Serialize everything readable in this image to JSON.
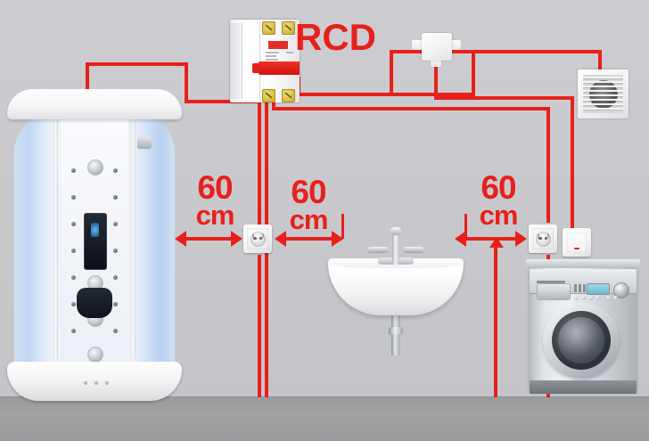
{
  "diagram": {
    "title": "Bathroom electrical wiring safety distances",
    "wall_color": "#c9c9cc",
    "floor_color": "#9b9b9e",
    "wire_color": "#e8201c"
  },
  "labels": {
    "rcd": "RCD",
    "dim1": {
      "number": "60",
      "unit": "cm"
    },
    "dim2": {
      "number": "60",
      "unit": "cm"
    },
    "dim3": {
      "number": "60",
      "unit": "cm"
    }
  },
  "components": {
    "rcd_breaker": "RCD circuit breaker",
    "junction_box": "Junction box",
    "ventilation_fan": "Ventilation fan",
    "shower_cabin": "Shower cabin",
    "washbasin": "Washbasin",
    "washing_machine": "Washing machine",
    "socket_left": "Power socket near shower",
    "socket_right": "Power socket near washing machine",
    "light_switch": "Light switch"
  }
}
